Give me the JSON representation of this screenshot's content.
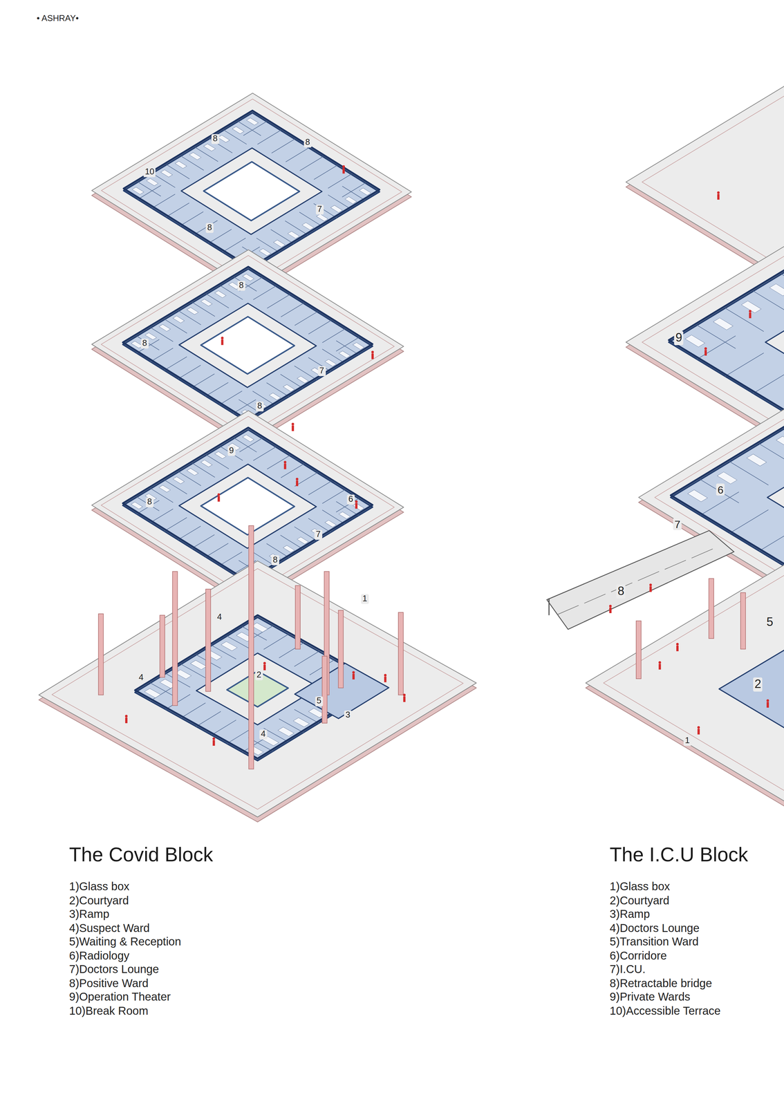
{
  "diagram": {
    "labels": [
      "• ASHRAY•",
      "8",
      "8",
      "10",
      "7",
      "8",
      "8",
      "8",
      "7",
      "8",
      "9",
      "8",
      "6",
      "7",
      "8",
      "4",
      "1",
      "2",
      "4",
      "5",
      "3",
      "4",
      "The Covid Block",
      "1)Glass box",
      "2)Courtyard",
      "3)Ramp",
      "4)Suspect Ward",
      "5)Waiting & Reception",
      "6)Radiology",
      "7)Doctors Lounge",
      "8)Positive Ward",
      "9)Operation Theater",
      "10)Break Room",
      "9",
      "6",
      "7",
      "8",
      "5",
      "2",
      "1",
      "The I.C.U Block",
      "1)Glass box",
      "2)Courtyard",
      "3)Ramp",
      "4)Doctors Lounge",
      "5)Transition Ward",
      "6)Corridore",
      "7)I.CU.",
      "8)Retractable bridge",
      "9)Private Wards",
      "10)Accessible Terrace"
    ]
  }
}
